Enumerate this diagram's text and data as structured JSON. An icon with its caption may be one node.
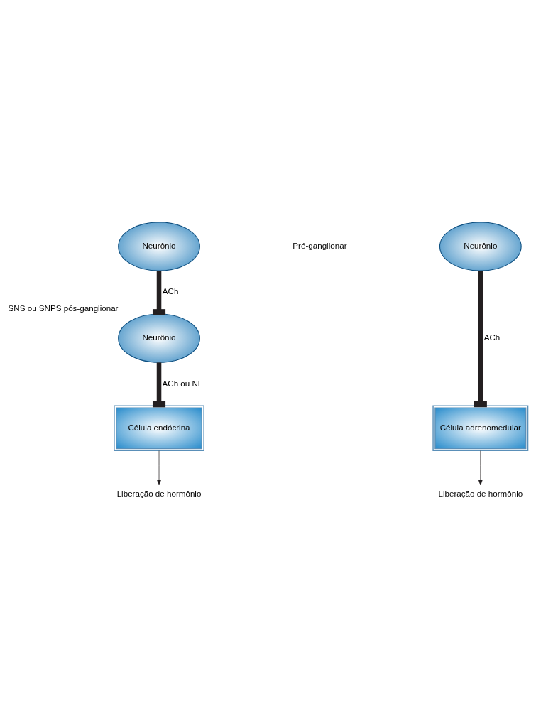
{
  "diagram": {
    "nodes": [
      {
        "text": [
          "Neurônio"
        ]
      },
      {
        "text": [
          "Neurônio"
        ]
      },
      {
        "text": [
          "Neurônio"
        ],
        "beside": [
          "SNS ou SNPS pós-ganglionar"
        ]
      },
      {
        "text": [
          "Célula endócrina"
        ]
      },
      {
        "text": [
          "Célula adrenomedular"
        ]
      },
      {
        "text": [
          "Liberação de hormônio"
        ]
      },
      {
        "text": [
          "Liberação de hormônio"
        ]
      }
    ],
    "edges": [
      {
        "from": 0,
        "to": 2,
        "arrow": "other",
        "label": "ACh"
      },
      {
        "from": 1,
        "to": 4,
        "arrow": "other",
        "label": "ACh"
      },
      {
        "from": 2,
        "to": 3,
        "arrow": "other",
        "label": "ACh ou NE"
      },
      {
        "from": 3,
        "to": 5,
        "arrow": "to"
      },
      {
        "from": 4,
        "to": 6,
        "arrow": "to"
      }
    ],
    "labels": [
      "Pré-ganglionar"
    ]
  }
}
